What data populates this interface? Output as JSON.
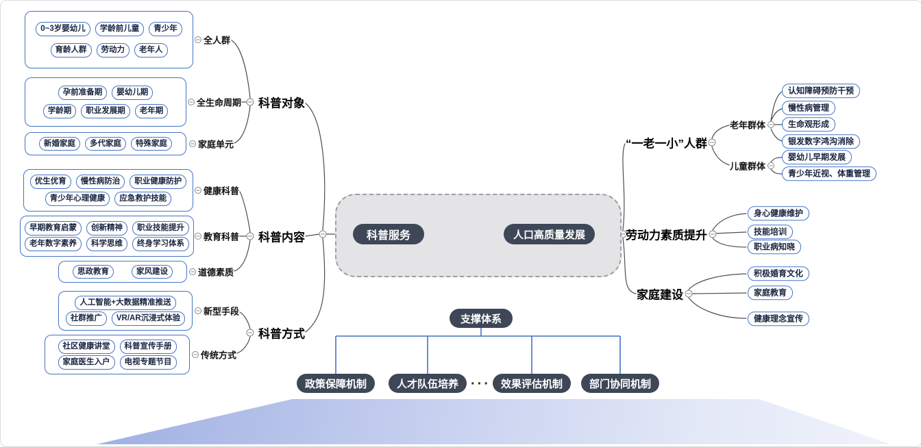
{
  "center": {
    "source_label": "科普服务",
    "target_label": "人口高质量发展"
  },
  "left": {
    "branches": [
      {
        "label": "科普对象",
        "children": [
          {
            "label": "全人群",
            "rows": [
              [
                "0~3岁婴幼儿",
                "学龄前儿童",
                "青少年"
              ],
              [
                "育龄人群",
                "劳动力",
                "老年人"
              ]
            ]
          },
          {
            "label": "全生命周期",
            "rows": [
              [
                "孕前准备期",
                "婴幼儿期"
              ],
              [
                "学龄期",
                "职业发展期",
                "老年期"
              ]
            ]
          },
          {
            "label": "家庭单元",
            "rows": [
              [
                "新婚家庭",
                "多代家庭",
                "特殊家庭"
              ]
            ]
          }
        ]
      },
      {
        "label": "科普内容",
        "children": [
          {
            "label": "健康科普",
            "rows": [
              [
                "优生优育",
                "慢性病防治",
                "职业健康防护"
              ],
              [
                "青少年心理健康",
                "应急救护技能"
              ]
            ]
          },
          {
            "label": "教育科普",
            "rows": [
              [
                "早期教育启蒙",
                "创新精神",
                "职业技能提升"
              ],
              [
                "老年数字素养",
                "科学思维",
                "终身学习体系"
              ]
            ]
          },
          {
            "label": "道德素质",
            "rows": [
              [
                "思政教育",
                "家风建设"
              ]
            ]
          }
        ]
      },
      {
        "label": "科普方式",
        "children": [
          {
            "label": "新型手段",
            "rows": [
              [
                "人工智能+大数据精准推送"
              ],
              [
                "社群推广",
                "VR/AR沉浸式体验"
              ]
            ]
          },
          {
            "label": "传统方式",
            "rows": [
              [
                "社区健康讲堂",
                "科普宣传手册"
              ],
              [
                "家庭医生入户",
                "电视专题节目"
              ]
            ]
          }
        ]
      }
    ]
  },
  "right": {
    "branches": [
      {
        "label": "“一老一小”人群",
        "children": [
          {
            "label": "老年群体",
            "items": [
              "认知障碍预防干预",
              "慢性病管理",
              "生命观形成",
              "银发数字鸿沟消除"
            ]
          },
          {
            "label": "儿童群体",
            "items": [
              "婴幼儿早期发展",
              "青少年近视、体重管理"
            ]
          }
        ]
      },
      {
        "label": "劳动力素质提升",
        "items": [
          "身心健康维护",
          "技能培训",
          "职业病知晓"
        ]
      },
      {
        "label": "家庭建设",
        "items": [
          "积极婚育文化",
          "家庭教育",
          "健康理念宣传"
        ]
      }
    ]
  },
  "support": {
    "label": "支撑体系",
    "ellipsis": "···",
    "items": [
      "政策保障机制",
      "人才队伍培养",
      "效果评估机制",
      "部门协同机制"
    ]
  },
  "colors": {
    "node_border": "#4472c4",
    "dark_pill_bg": "#3d4757",
    "tree_line": "#4d4d4d",
    "bracket_line": "#4472c4"
  }
}
